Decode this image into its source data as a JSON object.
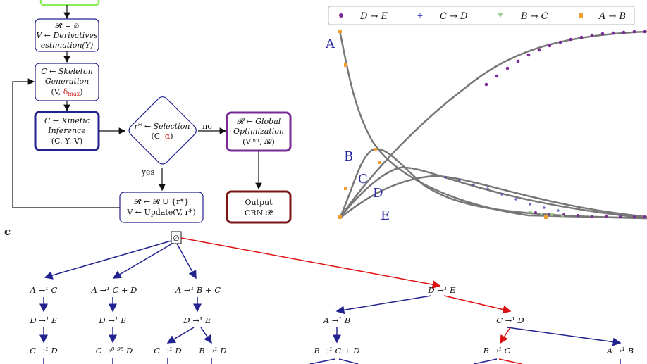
{
  "flow": {
    "derivatives": {
      "line1": "𝓡 = ∅",
      "line2": "V ← Derivatives",
      "line3": "estimation(Y)"
    },
    "skeleton": {
      "line1": "C ← Skeleton",
      "line2": "Generation",
      "line3a": "(V, ",
      "line3b": "δ",
      "line3c": "max",
      "line3d": ")"
    },
    "kinetic": {
      "line1": "C ← Kinetic",
      "line2": "Inference",
      "line3": "(C, Y, V)"
    },
    "selection": {
      "line1": "r* ← Selection",
      "line2a": "(C, ",
      "line2b": "α",
      "line2c": ")"
    },
    "global": {
      "line1": "𝓡 ← Global",
      "line2": "Optimization",
      "line3": "(Vⁱⁿⁱᵗ, 𝓡)"
    },
    "update": {
      "line1": "𝓡 ← 𝓡 ∪ {r*}",
      "line2": "V ← Update(V, r*)"
    },
    "output": {
      "line1": "Output",
      "line2": "CRN 𝓡"
    },
    "edge_no": "no",
    "edge_yes": "yes"
  },
  "plot": {
    "legend": [
      "D → E",
      "C → D",
      "B → C",
      "A → B"
    ],
    "legend_colors": [
      "#7a2a96",
      "#3a3ab8",
      "#99cc88",
      "#f0a030"
    ],
    "curve_labels": [
      "A",
      "B",
      "C",
      "D",
      "E"
    ]
  },
  "panel_c": {
    "label": "c",
    "root": "∅",
    "tree": {
      "c1": [
        "A →¹ C",
        "D →¹ E",
        "C →¹ D"
      ],
      "c2": [
        "A →¹ C + D",
        "D →¹ E",
        "C →⁰·⁹⁵ D"
      ],
      "c3": [
        "A →¹ B + C",
        "D →¹ E",
        "C →¹ D",
        "B →¹ D"
      ],
      "c4": [
        "D →¹ E",
        "A →¹ B",
        "B →¹ C + D",
        "C →¹ D",
        "B →¹ C",
        "A →¹ B"
      ]
    }
  }
}
